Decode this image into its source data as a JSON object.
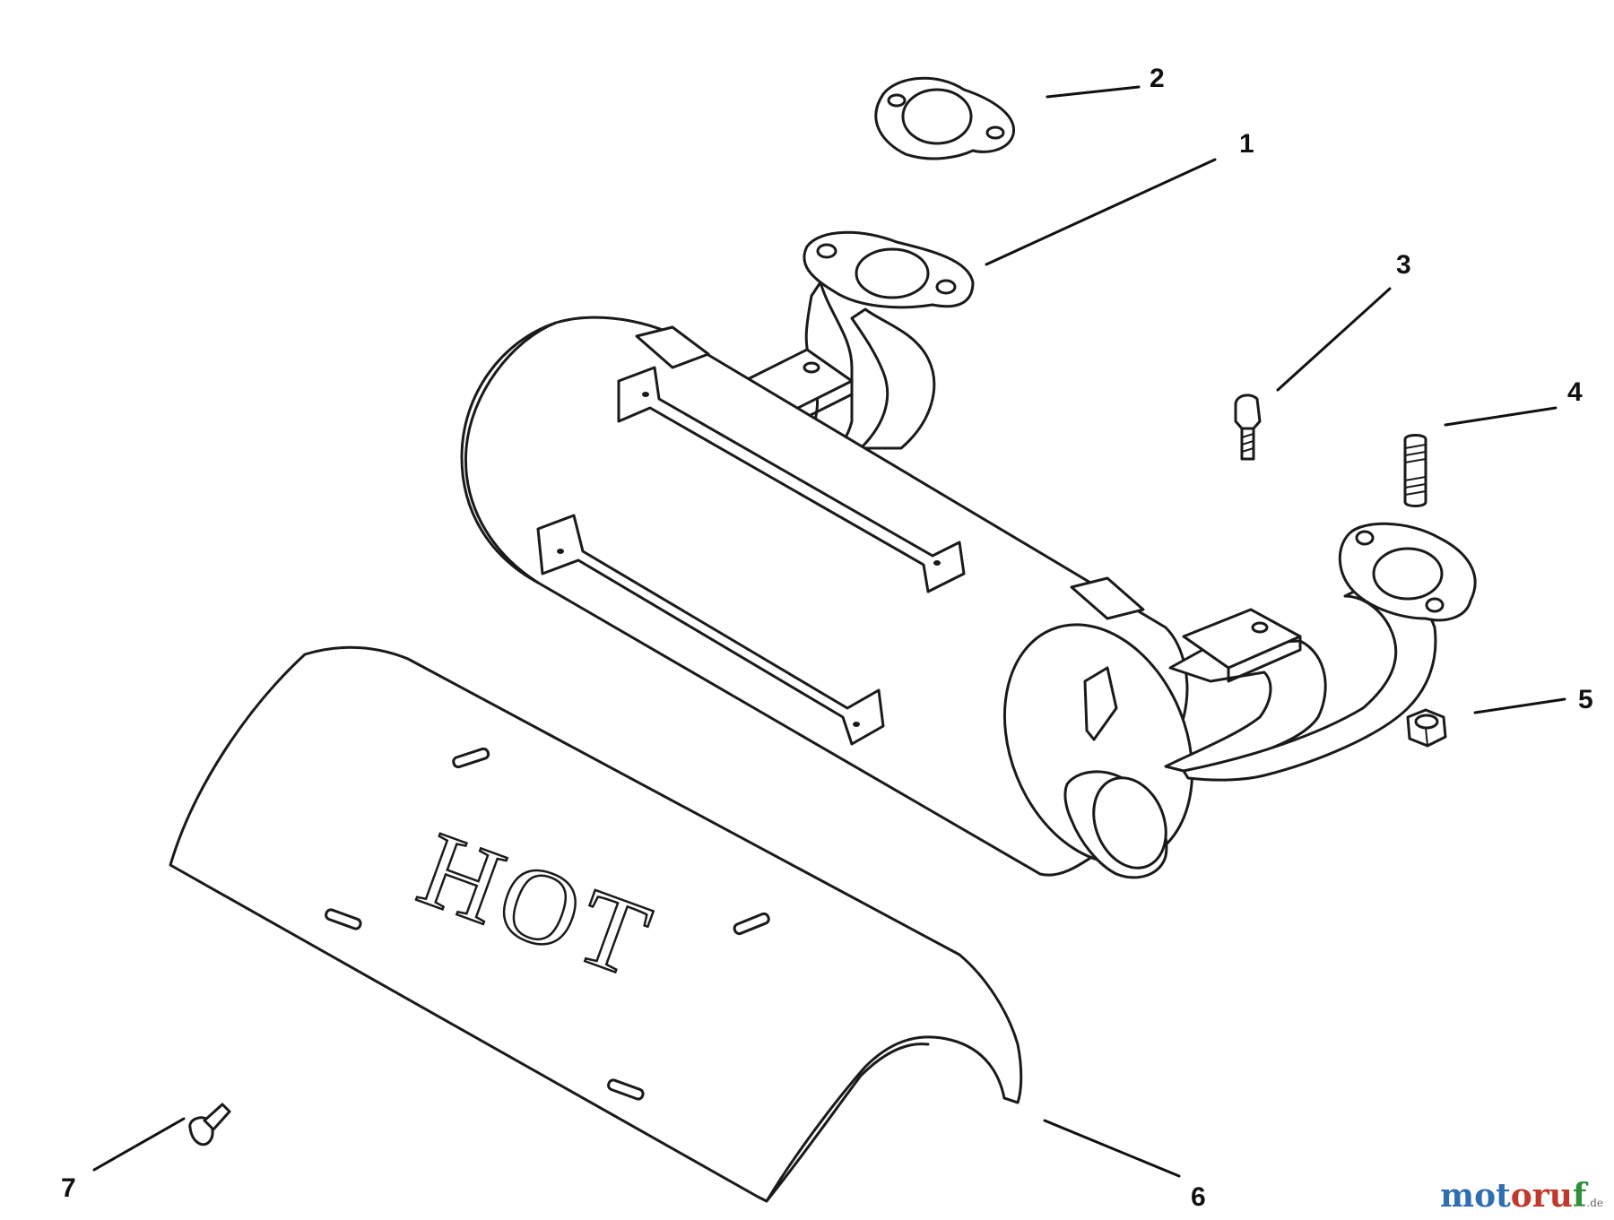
{
  "callouts": [
    {
      "id": "1",
      "label": "1"
    },
    {
      "id": "2",
      "label": "2"
    },
    {
      "id": "3",
      "label": "3"
    },
    {
      "id": "4",
      "label": "4"
    },
    {
      "id": "5",
      "label": "5"
    },
    {
      "id": "6",
      "label": "6"
    },
    {
      "id": "7",
      "label": "7"
    }
  ],
  "shield_text": "HOT",
  "watermark": {
    "part1": "mot",
    "part2": "oru",
    "part3": "f",
    "suffix": ".de"
  }
}
